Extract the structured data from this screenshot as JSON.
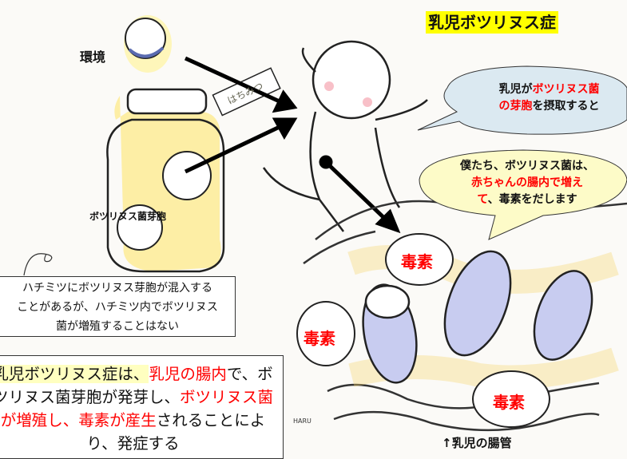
{
  "title": "乳児ボツリヌス症",
  "labels": {
    "environment": "環境",
    "spore_label": "ボツリヌス菌芽胞",
    "jar_tag": "はちみつ",
    "signature": "HARU",
    "intestine": "↑乳児の腸管"
  },
  "bubble_blue": {
    "p1": "乳児が",
    "p2": "ボツリヌス菌",
    "p3": "の芽胞",
    "p4": "を摂取すると"
  },
  "bubble_yellow": {
    "p1": "僕たち、ボツリヌス菌は、",
    "p2": "赤ちゃんの腸内で増え",
    "p3": "て",
    "p4": "、毒素をだします"
  },
  "note_box": {
    "line1": "ハチミツにボツリヌス芽胞が混入する",
    "line2": "ことがあるが、ハチミツ内でボツリヌス",
    "line3": "菌が増殖することはない"
  },
  "summary_box": {
    "p1": "乳児ボツリヌス症は、",
    "p2": "乳児の腸内",
    "p3": "で、ボツリヌス菌芽胞が発芽し、",
    "p4": "ボツリヌス菌が増殖し、毒素が産生",
    "p5": "されることにより、発症する"
  },
  "toxins": [
    "毒素",
    "毒素",
    "毒素"
  ],
  "colors": {
    "highlight": "#ffff00",
    "accent": "#ff0000",
    "bubble_blue": "#dbe9f1",
    "bubble_yellow": "#fdfbc8"
  }
}
